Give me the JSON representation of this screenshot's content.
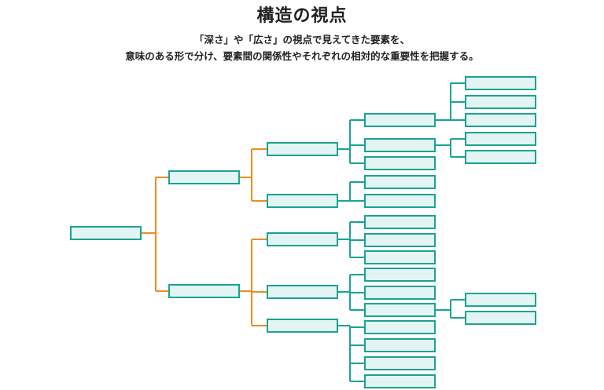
{
  "title": "構造の視点",
  "subtitle_line1": "「深さ」や「広さ」の視点で見えてきた要素を、",
  "subtitle_line2": "意味のある形で分け、要素間の関係性やそれぞれの相対的な重要性を把握する。",
  "colors": {
    "node_fill": "#e3f5f2",
    "node_stroke": "#1ba393",
    "orange_line": "#ec8d22",
    "teal_line": "#1ba393"
  }
}
